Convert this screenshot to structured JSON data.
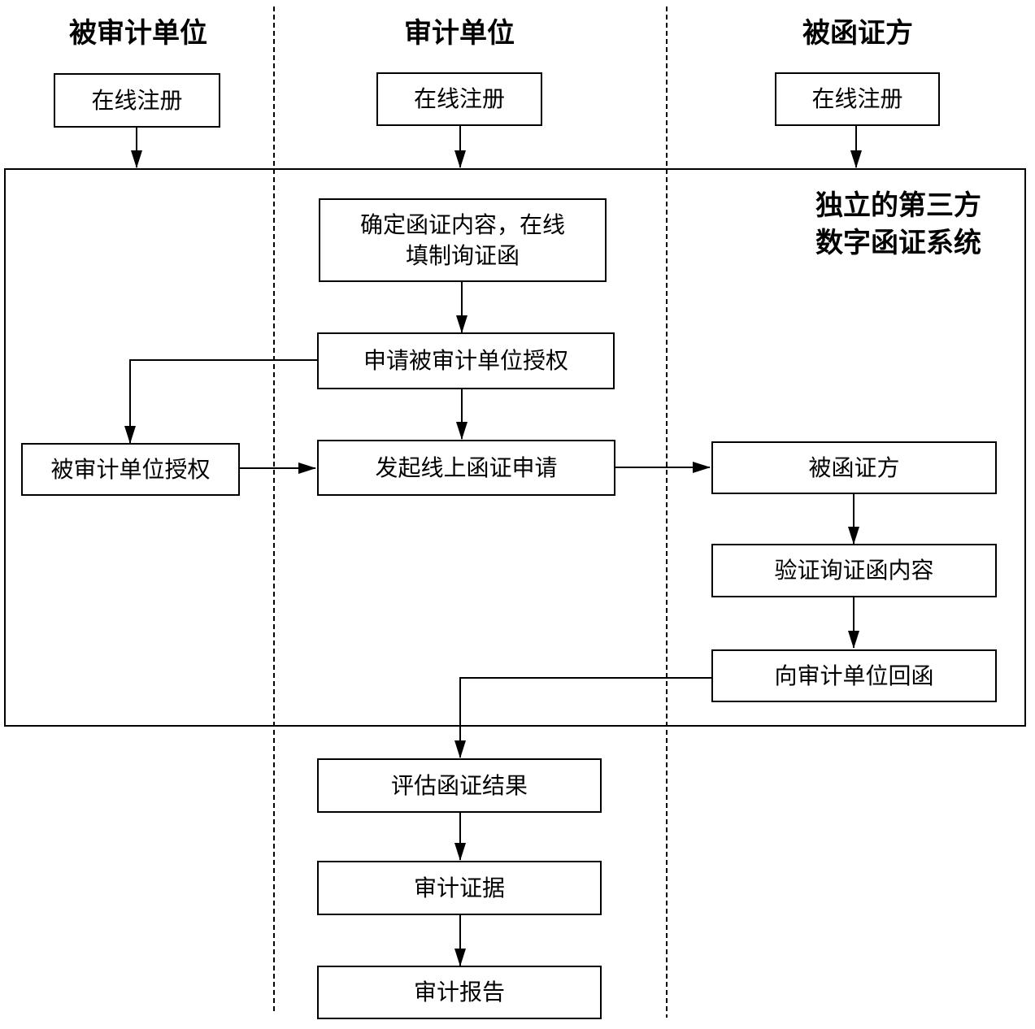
{
  "lanes": {
    "audited": "被审计单位",
    "auditor": "审计单位",
    "confirmer": "被函证方"
  },
  "system_label": {
    "line1": "独立的第三方",
    "line2": "数字函证系统"
  },
  "nodes": {
    "register_audited": "在线注册",
    "register_auditor": "在线注册",
    "register_confirmer": "在线注册",
    "determine_content_line1": "确定函证内容，在线",
    "determine_content_line2": "填制询证函",
    "request_authorization": "申请被审计单位授权",
    "audited_authorization": "被审计单位授权",
    "initiate_request": "发起线上函证申请",
    "confirmer": "被函证方",
    "verify_content": "验证询证函内容",
    "reply_auditor": "向审计单位回函",
    "evaluate_results": "评估函证结果",
    "audit_evidence": "审计证据",
    "audit_report": "审计报告"
  }
}
